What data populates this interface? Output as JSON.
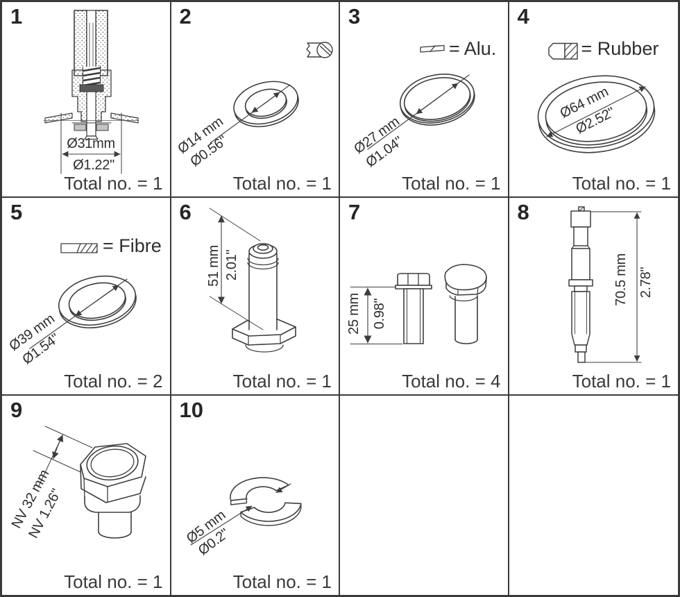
{
  "document": {
    "title_hidden": "Spare parts overview diagram"
  },
  "panels": [
    {
      "number": "1",
      "part": "valve-cross-section",
      "dim1": "Ø31mm",
      "dim2": "Ø1.22\"",
      "total": "Total no. = 1"
    },
    {
      "number": "2",
      "part": "steel-washer",
      "dim1": "Ø14 mm",
      "dim2": "Ø0.56\"",
      "total": "Total no. = 1"
    },
    {
      "number": "3",
      "part": "aluminium-gasket-ring",
      "legend": "= Alu.",
      "dim1": "Ø27 mm",
      "dim2": "Ø1.04\"",
      "total": "Total no. = 1"
    },
    {
      "number": "4",
      "part": "rubber-o-ring",
      "legend": "= Rubber",
      "dim1": "Ø64 mm",
      "dim2": "Ø2.52\"",
      "total": "Total no. = 1"
    },
    {
      "number": "5",
      "part": "fibre-washer",
      "legend": "= Fibre",
      "dim1": "Ø39 mm",
      "dim2": "Ø1.54\"",
      "total": "Total no. = 2"
    },
    {
      "number": "6",
      "part": "armature-tube-with-nut",
      "dim1": "51 mm",
      "dim2": "2.01\"",
      "total": "Total no. = 1"
    },
    {
      "number": "7",
      "part": "hex-bolts",
      "dim1": "25 mm",
      "dim2": "0.98\"",
      "total": "Total no. = 4"
    },
    {
      "number": "8",
      "part": "armature-plunger",
      "dim1": "70.5 mm",
      "dim2": "2.78\"",
      "total": "Total no. = 1"
    },
    {
      "number": "9",
      "part": "hex-plug",
      "dim1": "NV 32 mm",
      "dim2": "NV 1.26\"",
      "total": "Total no. = 1"
    },
    {
      "number": "10",
      "part": "split-lock-washer",
      "dim1": "Ø5 mm",
      "dim2": "Ø0.2\"",
      "total": "Total no. = 1"
    }
  ],
  "colors": {
    "line": "#3d3d3d",
    "grid": "#3a3a3a",
    "dark_fill": "#595959",
    "seat_fill": "#c4c4c4"
  }
}
